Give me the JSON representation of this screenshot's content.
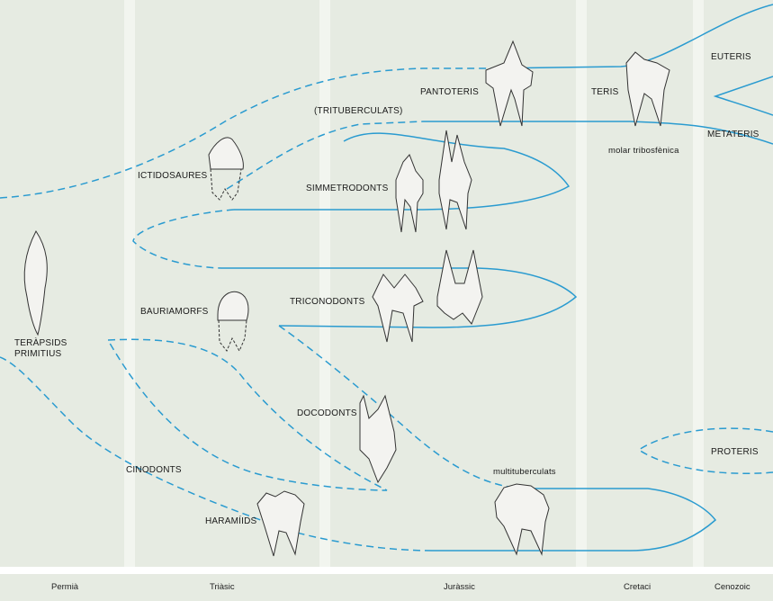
{
  "colors": {
    "background": "#e8ede5",
    "band_light": "#f1f4ee",
    "lineage": "#2a9bd0",
    "tooth_outline": "#333333",
    "tooth_fill": "#f3f3f0"
  },
  "periods": [
    "Permià",
    "Triàsic",
    "Juràssic",
    "Cretaci",
    "Cenozoic"
  ],
  "groups": {
    "eutheria": "EUTERIS",
    "metatheria": "METATERIS",
    "pantotheria": "PANTOTERIS",
    "trituberculata": "(TRITUBERCULATS)",
    "theria": "TERIS",
    "tribosphenic_molar": "molar tribosfènica",
    "ictidosaurs": "ICTIDOSAURES",
    "symmetrodonts": "SIMMETRODONTS",
    "bauriamorphs": "BAURIAMORFS",
    "triconodonts": "TRICONODONTS",
    "primitive_therapsids_line1": "TERÀPSIDS",
    "primitive_therapsids_line2": "PRIMITIUS",
    "docodonts": "DOCODONTS",
    "cynodonts": "CINODONTS",
    "proteria": "PROTERIS",
    "haramiyids": "HARAMÍIDS",
    "multituberculates": "multituberculats"
  }
}
